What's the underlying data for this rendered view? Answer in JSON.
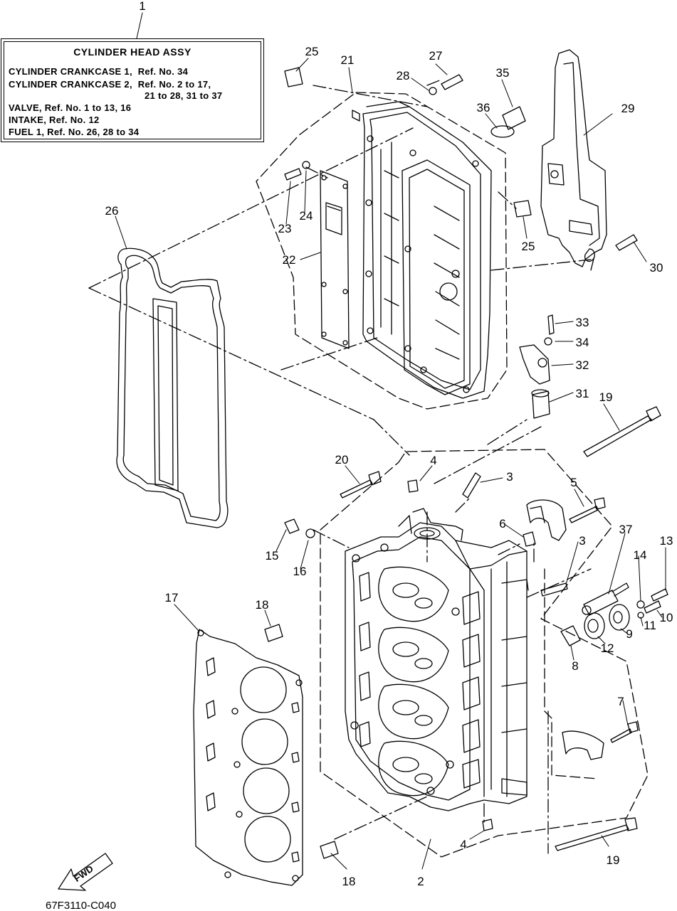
{
  "legend": {
    "title": "CYLINDER HEAD ASSY",
    "lines": [
      "CYLINDER CRANKCASE 1,  Ref. No. 34",
      "CYLINDER CRANKCASE 2,  Ref. No. 2 to 17,",
      "21 to 28, 31 to 37",
      "VALVE, Ref. No. 1 to 13, 16",
      "INTAKE, Ref. No. 12",
      "FUEL 1, Ref. No. 26, 28 to 34"
    ]
  },
  "callouts": {
    "c1": "1",
    "c2": "2",
    "c3a": "3",
    "c3b": "3",
    "c4a": "4",
    "c4b": "4",
    "c5": "5",
    "c6": "6",
    "c7": "7",
    "c8": "8",
    "c9": "9",
    "c10": "10",
    "c11": "11",
    "c12": "12",
    "c13": "13",
    "c14": "14",
    "c15": "15",
    "c16": "16",
    "c17": "17",
    "c18a": "18",
    "c18b": "18",
    "c19a": "19",
    "c19b": "19",
    "c20": "20",
    "c21": "21",
    "c22": "22",
    "c23": "23",
    "c24": "24",
    "c25a": "25",
    "c25b": "25",
    "c26": "26",
    "c27": "27",
    "c28": "28",
    "c29": "29",
    "c30": "30",
    "c31": "31",
    "c32": "32",
    "c33": "33",
    "c34": "34",
    "c35": "35",
    "c36": "36",
    "c37": "37"
  },
  "fwd_label": "FWD",
  "drawing_code": "67F3110-C040",
  "colors": {
    "ink": "#000000",
    "background": "#ffffff"
  }
}
